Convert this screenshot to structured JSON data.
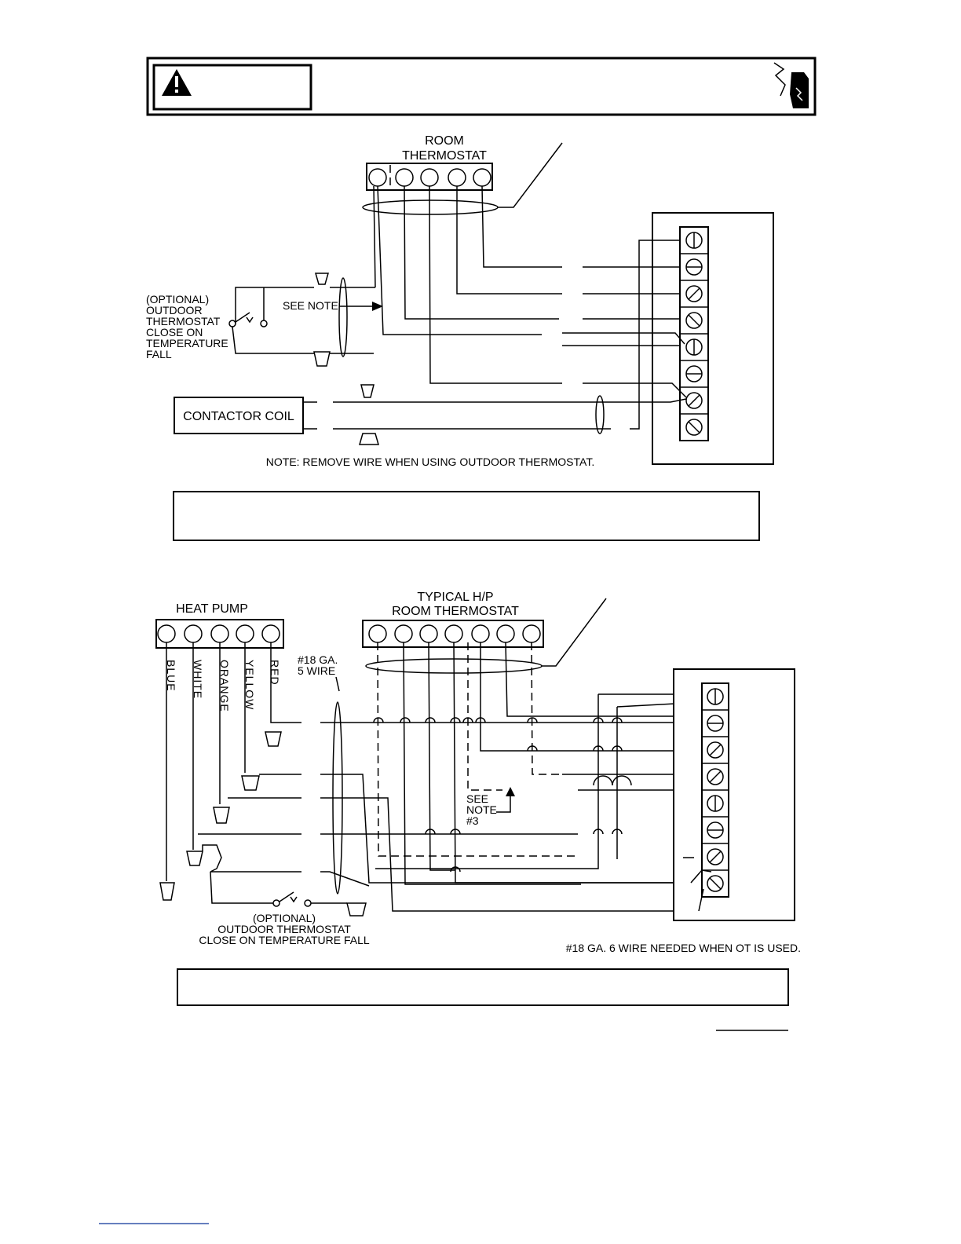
{
  "diagram1": {
    "thermostat_title_line1": "ROOM",
    "thermostat_title_line2": "THERMOSTAT",
    "see_note": "SEE NOTE",
    "optional_ot_lines": [
      "(OPTIONAL)",
      "OUTDOOR",
      "THERMOSTAT",
      "CLOSE ON",
      "TEMPERATURE",
      "FALL"
    ],
    "contactor_coil": "CONTACTOR COIL",
    "note": "NOTE: REMOVE WIRE WHEN USING OUTDOOR THERMOSTAT."
  },
  "diagram2": {
    "heat_pump": "HEAT PUMP",
    "thermostat_title_line1": "TYPICAL H/P",
    "thermostat_title_line2": "ROOM THERMOSTAT",
    "wire_colors": [
      "BLUE",
      "WHITE",
      "ORANGE",
      "YELLOW",
      "RED"
    ],
    "wire_gauge_line1": "#18 GA.",
    "wire_gauge_line2": "5 WIRE",
    "see_note_lines": [
      "SEE",
      "NOTE",
      "#3"
    ],
    "optional_ot_lines": [
      "(OPTIONAL)",
      "OUTDOOR THERMOSTAT",
      "CLOSE ON TEMPERATURE FALL"
    ],
    "note": "#18 GA. 6 WIRE NEEDED WHEN OT IS USED."
  },
  "icons": {
    "warning": "warning-triangle-icon",
    "shock_hand": "electric-shock-hand-icon"
  }
}
